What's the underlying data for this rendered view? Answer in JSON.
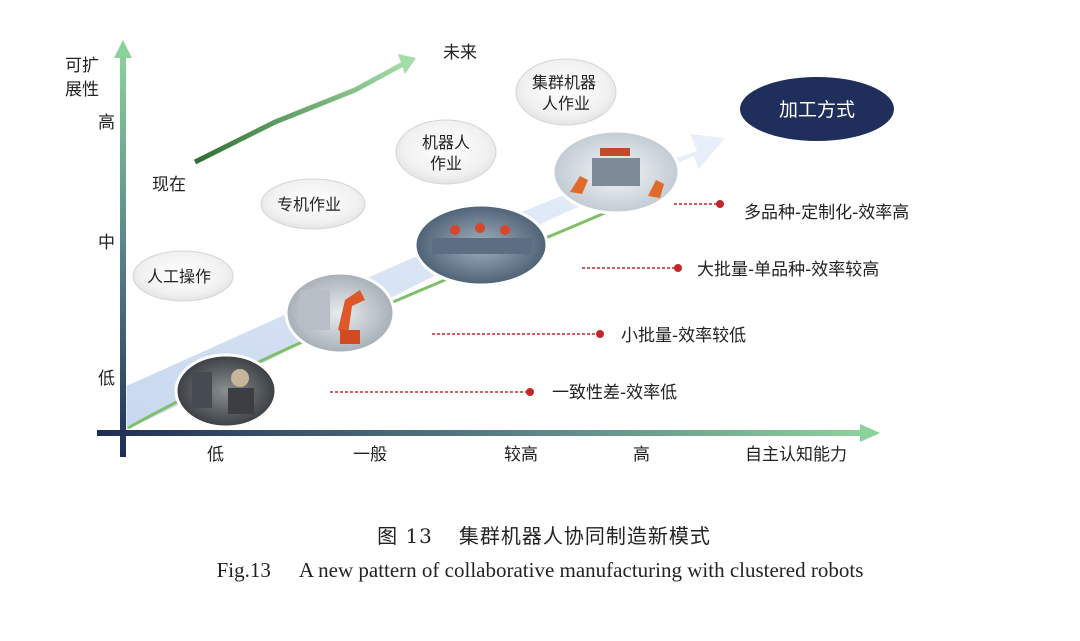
{
  "y_axis": {
    "title_line1": "可扩",
    "title_line2": "展性",
    "ticks": [
      "高",
      "中",
      "低"
    ]
  },
  "x_axis": {
    "ticks": [
      "低",
      "一般",
      "较高",
      "高"
    ],
    "title": "自主认知能力"
  },
  "trend": {
    "now": "现在",
    "future": "未来"
  },
  "modes": {
    "manual": "人工操作",
    "dedicated": "专机作业",
    "robot_line1": "机器人",
    "robot_line2": "作业",
    "cluster_line1": "集群机器",
    "cluster_line2": "人作业"
  },
  "badge": "加工方式",
  "traits": [
    "一致性差-效率低",
    "小批量-效率较低",
    "大批量-单品种-效率较高",
    "多品种-定制化-效率高"
  ],
  "caption": {
    "cn_label": "图 13",
    "cn_title": "集群机器人协同制造新模式",
    "en_label": "Fig.13",
    "en_title": "A new pattern of collaborative manufacturing with clustered robots"
  },
  "colors": {
    "axis": "#1f2d55",
    "badge": "#1f2e5a",
    "trend": "#3d7f3a",
    "dots": "#c0282b"
  }
}
